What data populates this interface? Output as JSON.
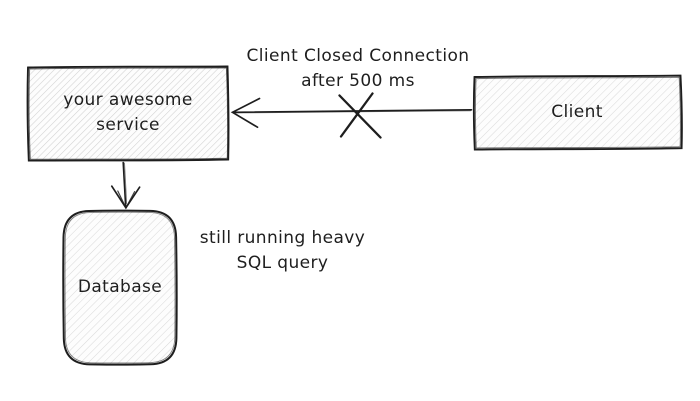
{
  "diagram": {
    "nodes": {
      "service": {
        "label": "your awesome service"
      },
      "client": {
        "label": "Client"
      },
      "database": {
        "label": "Database"
      }
    },
    "annotations": {
      "connection": {
        "line1": "Client Closed Connection",
        "line2": "after 500 ms"
      },
      "database_status": {
        "line1": "still running heavy",
        "line2": "SQL query"
      }
    },
    "colors": {
      "background": "#ffffff",
      "stroke": "#1e1e1e",
      "hatch_fill": "#d6d6d6",
      "shape_fill": "#fdfdfd"
    }
  }
}
